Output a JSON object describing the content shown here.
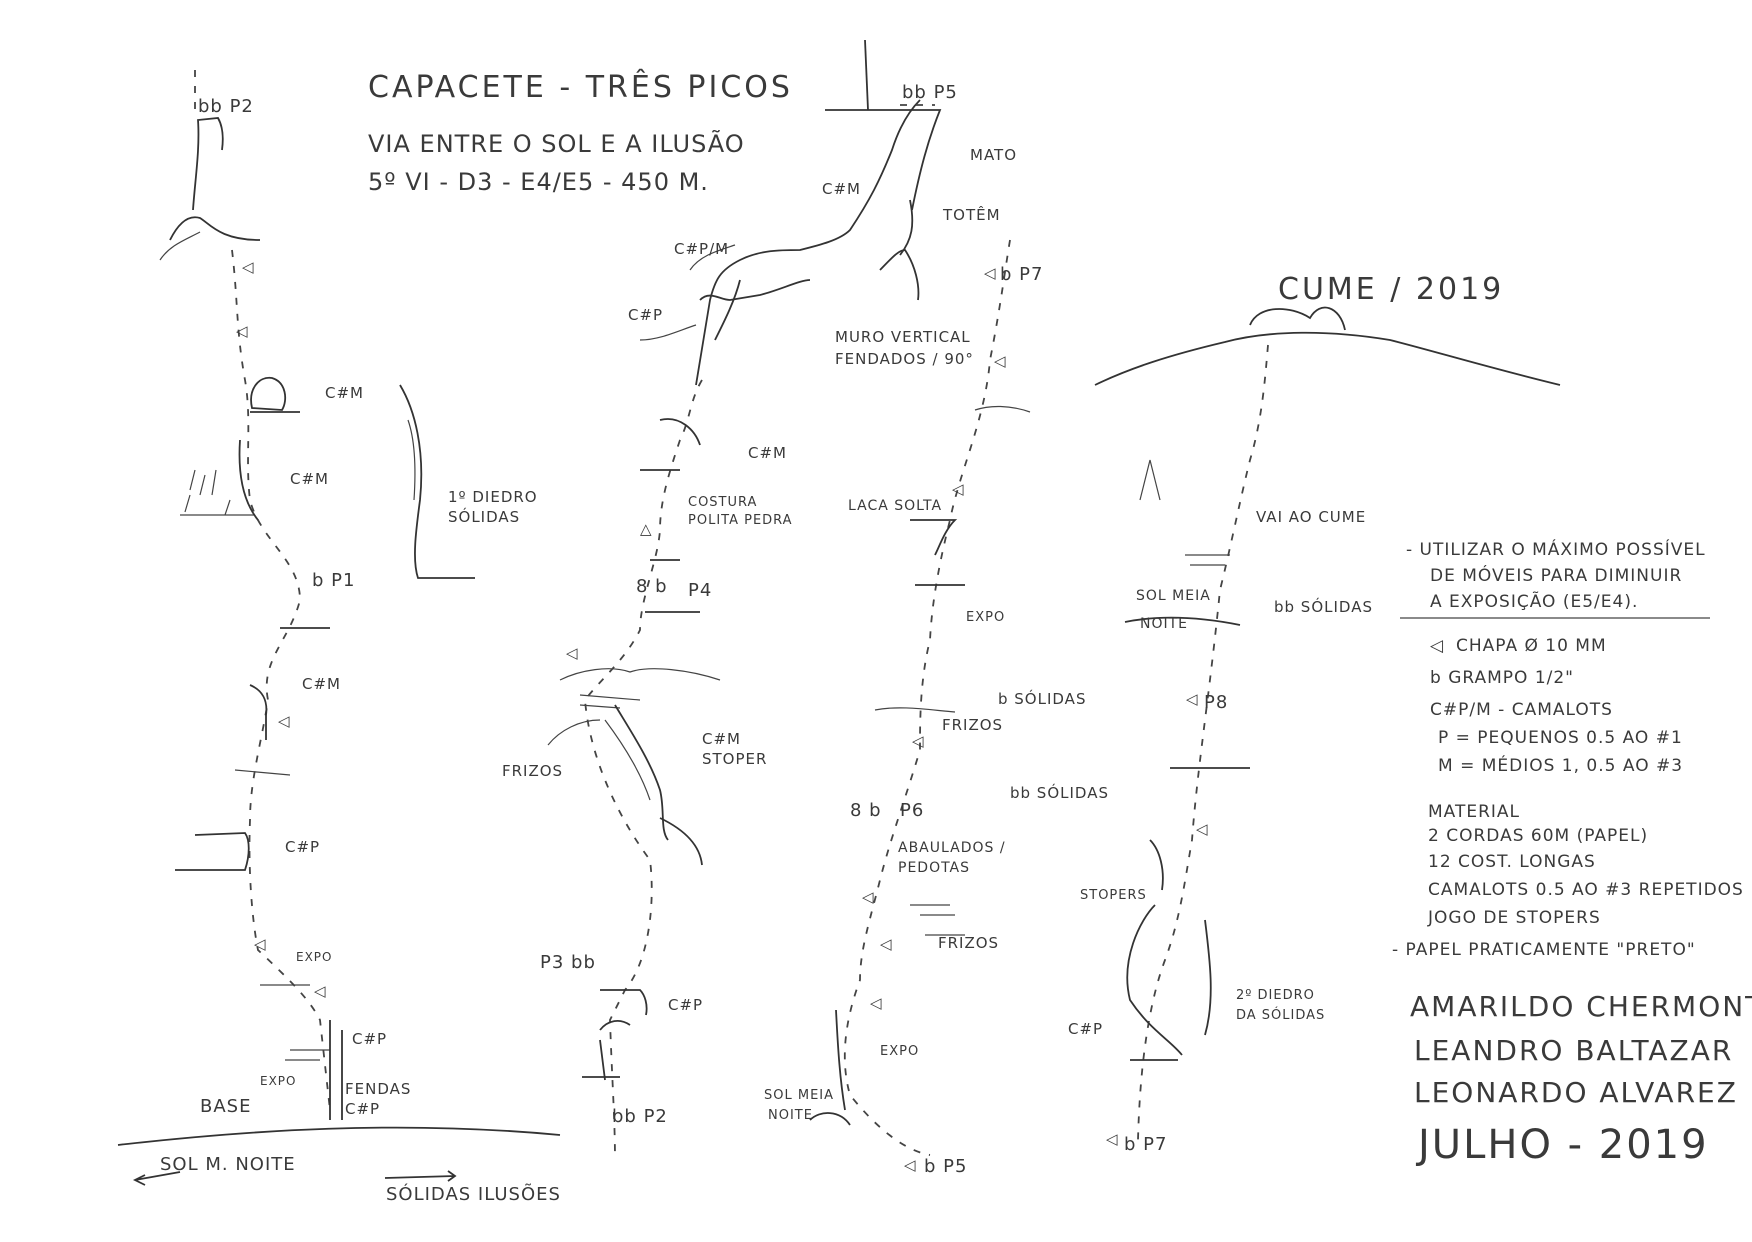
{
  "header": {
    "title": "CAPACETE - TRÊS PICOS",
    "route_name": "VIA ENTRE O SOL E A ILUSÃO",
    "grade": "5º VI - D3 - E4/E5 - 450 M."
  },
  "summit_label": "CUME / 2019",
  "col1": {
    "p2": "bb P2",
    "cam_m_1": "C#M",
    "cam_m_2": "C#M",
    "diedro": "1º DIEDRO",
    "diedro_2": "SÓLIDAS",
    "p1": "b P1",
    "cam_m_3": "C#M",
    "cam_p_1": "C#P",
    "expo": "EXPO",
    "cam_p_2": "C#P",
    "expo_2": "EXPO",
    "fendas": "FENDAS",
    "cam_p_3": "C#P",
    "base": "BASE"
  },
  "col2": {
    "cam_pm": "C#P/M",
    "cam_p": "C#P",
    "muro": "MURO VERTICAL",
    "muro_2": "FENDADOS / 90°",
    "cam_m": "C#M",
    "costura": "COSTURA",
    "costura_2": "POLITA PEDRA",
    "p4": "P4",
    "frizos": "FRIZOS",
    "cam_m_stoper": "C#M",
    "cam_m_stoper_2": "STOPER",
    "p3": "P3 bb",
    "cam_p_2": "C#P",
    "p2": "bb P2"
  },
  "col3": {
    "p5_top": "bb P5",
    "mato": "MATO",
    "cam_m": "C#M",
    "totem": "TOTÊM",
    "p7": "b P7",
    "laca": "LACA SOLTA",
    "expo": "EXPO",
    "solidas": "b SÓLIDAS",
    "frizos": "FRIZOS",
    "bb_solidas": "bb SÓLIDAS",
    "p6": "P6",
    "abaulados": "ABAULADOS /",
    "abaulados_2": "PEDOTAS",
    "frizos_2": "FRIZOS",
    "expo_2": "EXPO",
    "sol_meia_noite": "SOL MEIA",
    "sol_meia_noite_2": "NOITE",
    "p5": "b P5"
  },
  "col4": {
    "vai_ao_cume": "VAI AO CUME",
    "sol_meia_noite": "SOL MEIA",
    "sol_meia_noite_2": "NOITE",
    "bb_solidas": "bb SÓLIDAS",
    "p8": "P8",
    "stopers": "STOPERS",
    "diedro": "2º DIEDRO",
    "diedro_2": "DA SÓLIDAS",
    "cam_p": "C#P",
    "p7": "b P7"
  },
  "notes": {
    "note_1": "- UTILIZAR O MÁXIMO POSSÍVEL",
    "note_2": "DE MÓVEIS PARA DIMINUIR",
    "note_3": "A EXPOSIÇÃO (E5/E4).",
    "legend_chapa": "CHAPA Ø 10 MM",
    "legend_grampo": "b GRAMPO 1/2\"",
    "legend_cam": "C#P/M - CAMALOTS",
    "legend_p": "P = PEQUENOS 0.5 AO #1",
    "legend_m": "M = MÉDIOS 1, 0.5 AO #3",
    "material_title": "MATERIAL",
    "material_1": "2 CORDAS 60M (PAPEL)",
    "material_2": "12 COST. LONGAS",
    "material_3": "CAMALOTS 0.5 AO #3 REPETIDOS",
    "material_4": "JOGO DE STOPERS",
    "material_5": "- PAPEL PRATICAMENTE \"PRETO\""
  },
  "authors": {
    "a1": "AMARILDO CHERMONT",
    "a2": "LEANDRO BALTAZAR",
    "a3": "LEONARDO ALVAREZ",
    "date": "JULHO - 2019"
  },
  "footer": {
    "left_route": "SOL M. NOITE",
    "right_route": "SÓLIDAS ILUSÕES"
  }
}
